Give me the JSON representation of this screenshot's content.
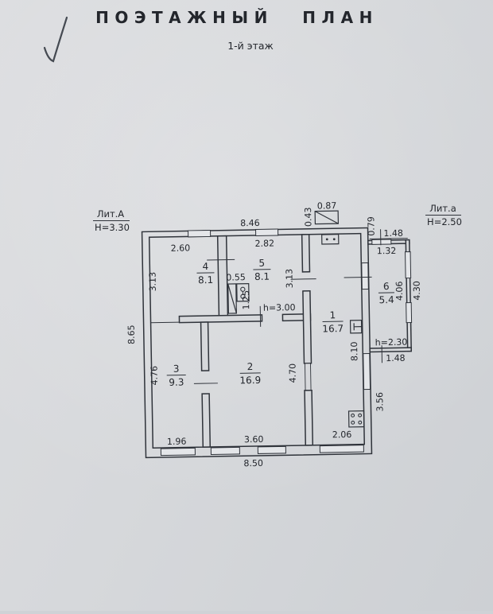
{
  "title": "ПОЭТАЖНЫЙ ПЛАН",
  "subtitle": "1-й этаж",
  "legend": {
    "building_main": {
      "lit": "Лит.А",
      "height": "Н=3.30"
    },
    "building_annex": {
      "lit": "Лит.а",
      "height": "Н=2.50"
    }
  },
  "rooms": [
    {
      "num": "1",
      "area": "16.7"
    },
    {
      "num": "2",
      "area": "16.9"
    },
    {
      "num": "3",
      "area": "9.3"
    },
    {
      "num": "4",
      "area": "8.1"
    },
    {
      "num": "5",
      "area": "8.1"
    },
    {
      "num": "6",
      "area": "5.4"
    }
  ],
  "dims": {
    "top_width": "8.46",
    "left_height": "8.65",
    "bottom_width": "8.50",
    "room4_w": "2.60",
    "room4_h": "3.13",
    "room5_w": "2.82",
    "room5_h": "3.13",
    "closet_w": "0.55",
    "closet_h": "1.25",
    "room3_w": "1.96",
    "room3_h": "4.76",
    "room2_w": "3.60",
    "room2_h": "4.70",
    "room1_w": "2.06",
    "room1_h": "8.10",
    "chimney_w": "0.87",
    "chimney_h": "0.43",
    "right_offset": "0.79",
    "veranda_top_w": "1.48",
    "veranda_inner_w": "1.32",
    "veranda_inner_h": "4.06",
    "veranda_outer_h": "4.30",
    "veranda_bottom_w": "1.48",
    "below_veranda": "3.56",
    "ceiling_main": "h=3.00",
    "ceiling_veranda": "h=2.30"
  }
}
